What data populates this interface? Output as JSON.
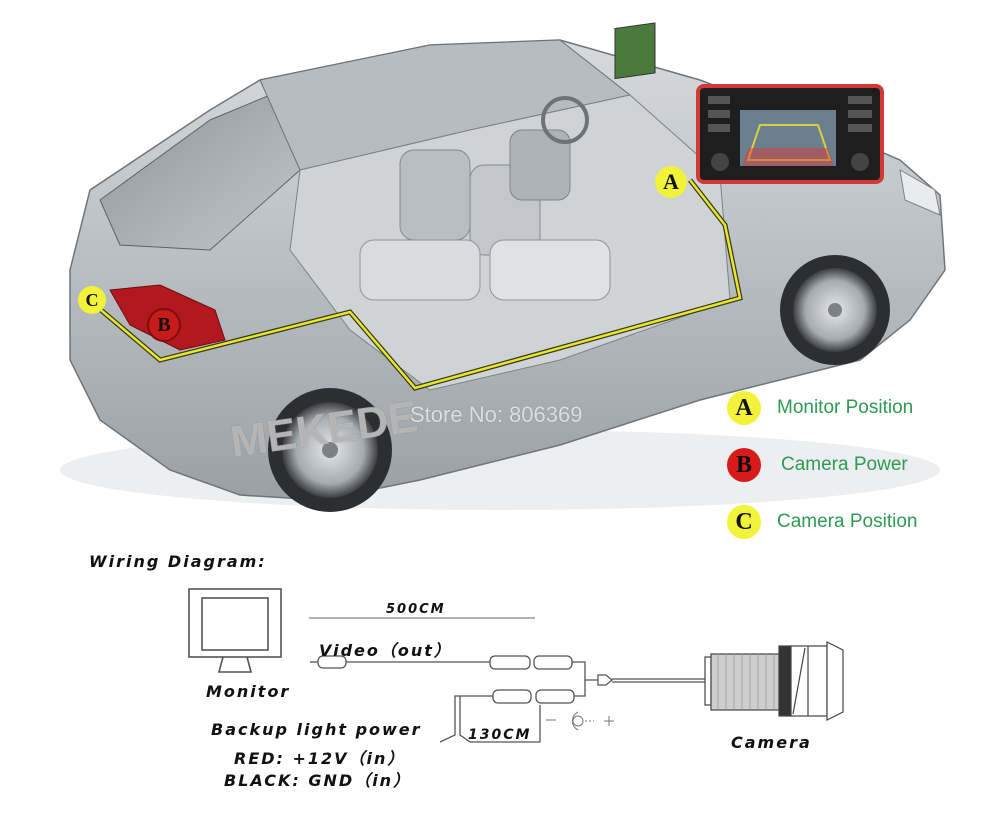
{
  "car": {
    "watermark_brand": "MEKEDE",
    "watermark_store": "Store No: 806369",
    "wire_color": "#e8e82a",
    "markers": [
      {
        "letter": "A",
        "color": "#f2f23a"
      },
      {
        "letter": "B",
        "color": "#d81a1a"
      },
      {
        "letter": "C",
        "color": "#f2f23a"
      }
    ]
  },
  "legend": {
    "text_color": "#2e9a55",
    "items": [
      {
        "letter": "A",
        "label": "Monitor Position",
        "badge_color": "#f2f23a"
      },
      {
        "letter": "B",
        "label": "Camera Power",
        "badge_color": "#d81a1a"
      },
      {
        "letter": "C",
        "label": "Camera Position",
        "badge_color": "#f2f23a"
      }
    ]
  },
  "wiring_diagram": {
    "title": "Wiring Diagram:",
    "cable_length_main": "500CM",
    "video_label": "Video（out）",
    "monitor_label": "Monitor",
    "power_label": "Backup light power",
    "red_label": "RED: +12V（in）",
    "black_label": "BLACK: GND（in）",
    "cable_length_power": "130CM",
    "camera_label": "Camera"
  }
}
